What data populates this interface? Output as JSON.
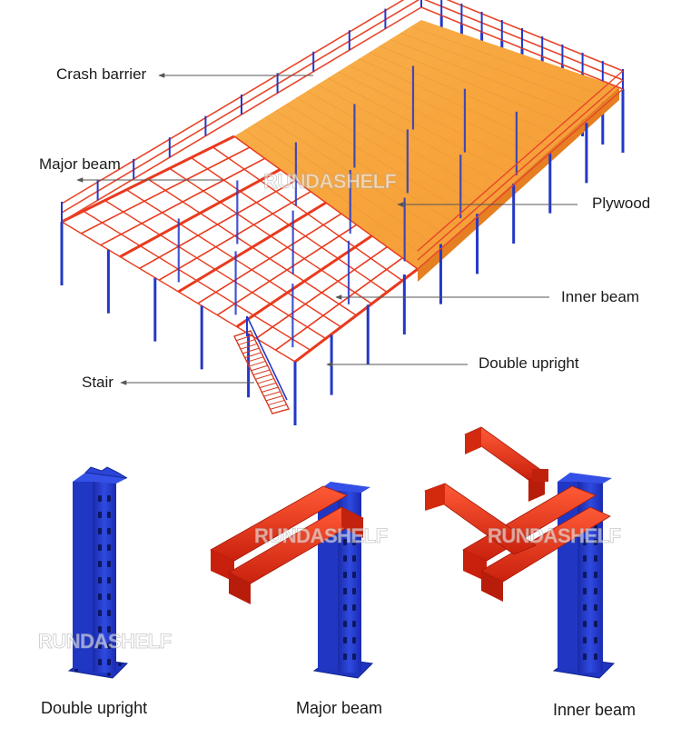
{
  "labels": {
    "crash_barrier": "Crash barrier",
    "major_beam": "Major beam",
    "plywood": "Plywood",
    "inner_beam": "Inner beam",
    "double_upright": "Double upright",
    "stair": "Stair"
  },
  "captions": {
    "double_upright": "Double upright",
    "major_beam": "Major beam",
    "inner_beam": "Inner beam"
  },
  "watermark": "RUNDASHELF",
  "colors": {
    "upright_blue": "#2338c8",
    "beam_red": "#e83a1e",
    "plywood_orange": "#f6a640",
    "barrier_red": "#e8452a",
    "leader_line": "#555555"
  }
}
